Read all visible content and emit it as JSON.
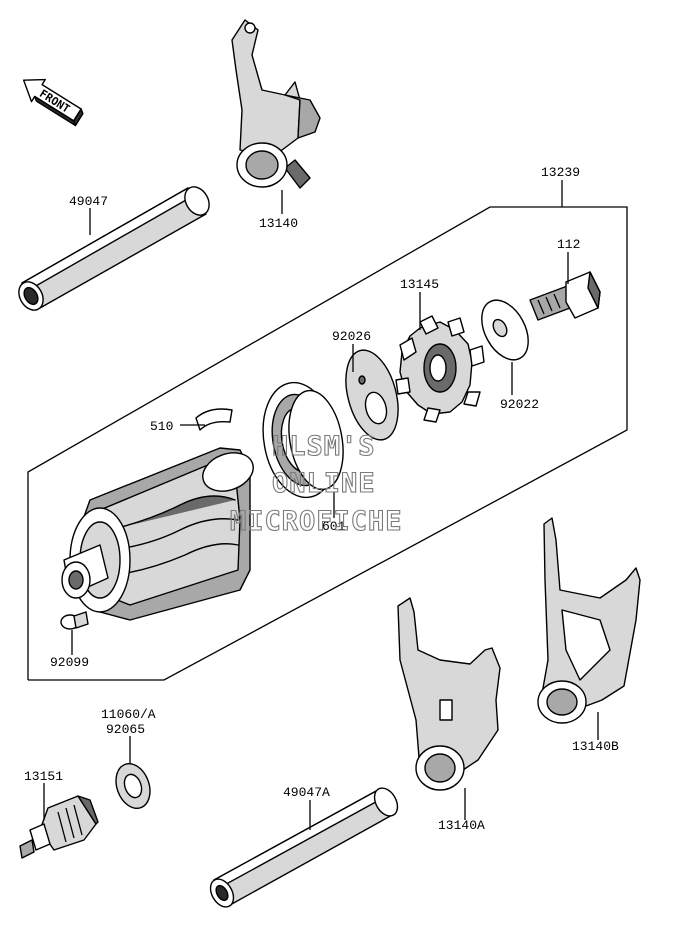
{
  "labels": {
    "p49047": "49047",
    "p13140": "13140",
    "p13239": "13239",
    "p112": "112",
    "p13145": "13145",
    "p92026": "92026",
    "p92022": "92022",
    "p510": "510",
    "p601": "601",
    "p92099": "92099",
    "p11060": "11060/A",
    "p92065": "92065",
    "p13151": "13151",
    "p49047a": "49047A",
    "p13140a": "13140A",
    "p13140b": "13140B"
  },
  "front_arrow": {
    "text": "FRONT",
    "icon": "front-arrow-icon"
  },
  "watermark": {
    "line1": "HLSM'S",
    "line2": "ONLINE",
    "line3": "MICROFICHE"
  }
}
